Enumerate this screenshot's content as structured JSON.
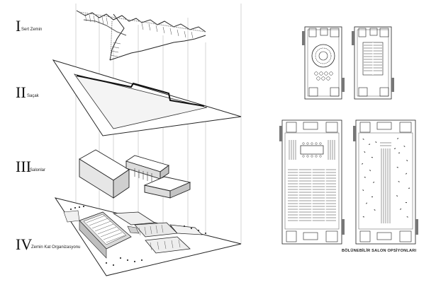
{
  "layers": [
    {
      "numeral": "I",
      "label": "Sert Zemin"
    },
    {
      "numeral": "II",
      "label": "Saçak"
    },
    {
      "numeral": "III",
      "label": "Salonlar"
    },
    {
      "numeral": "IV",
      "label": "Zemin Kat Organizasyonu"
    }
  ],
  "plans": {
    "caption": "BÖLÜNEBİLİR SALON OPSİYONLARI"
  },
  "colors": {
    "line": "#222222",
    "hatch": "#555555",
    "paper": "#ffffff"
  }
}
